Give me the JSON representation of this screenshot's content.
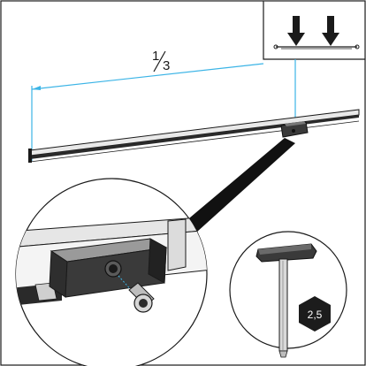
{
  "fraction": {
    "numerator": "1",
    "denominator": "3"
  },
  "tool_size": "2,5",
  "colors": {
    "outline": "#1a1a1a",
    "dimension_line": "#3bb4e6",
    "rail_face": "#e9e9e9",
    "rail_dark": "#2a2a2a",
    "block_fill": "#3a3a3a",
    "zoom_cone": "#111111",
    "hex_badge": "#1c1c1c",
    "hex_text": "#ffffff"
  },
  "icons": [
    "arrow-down-icon",
    "arrow-down-icon",
    "hex-key-icon",
    "screw-icon",
    "hexagon-size-badge"
  ]
}
